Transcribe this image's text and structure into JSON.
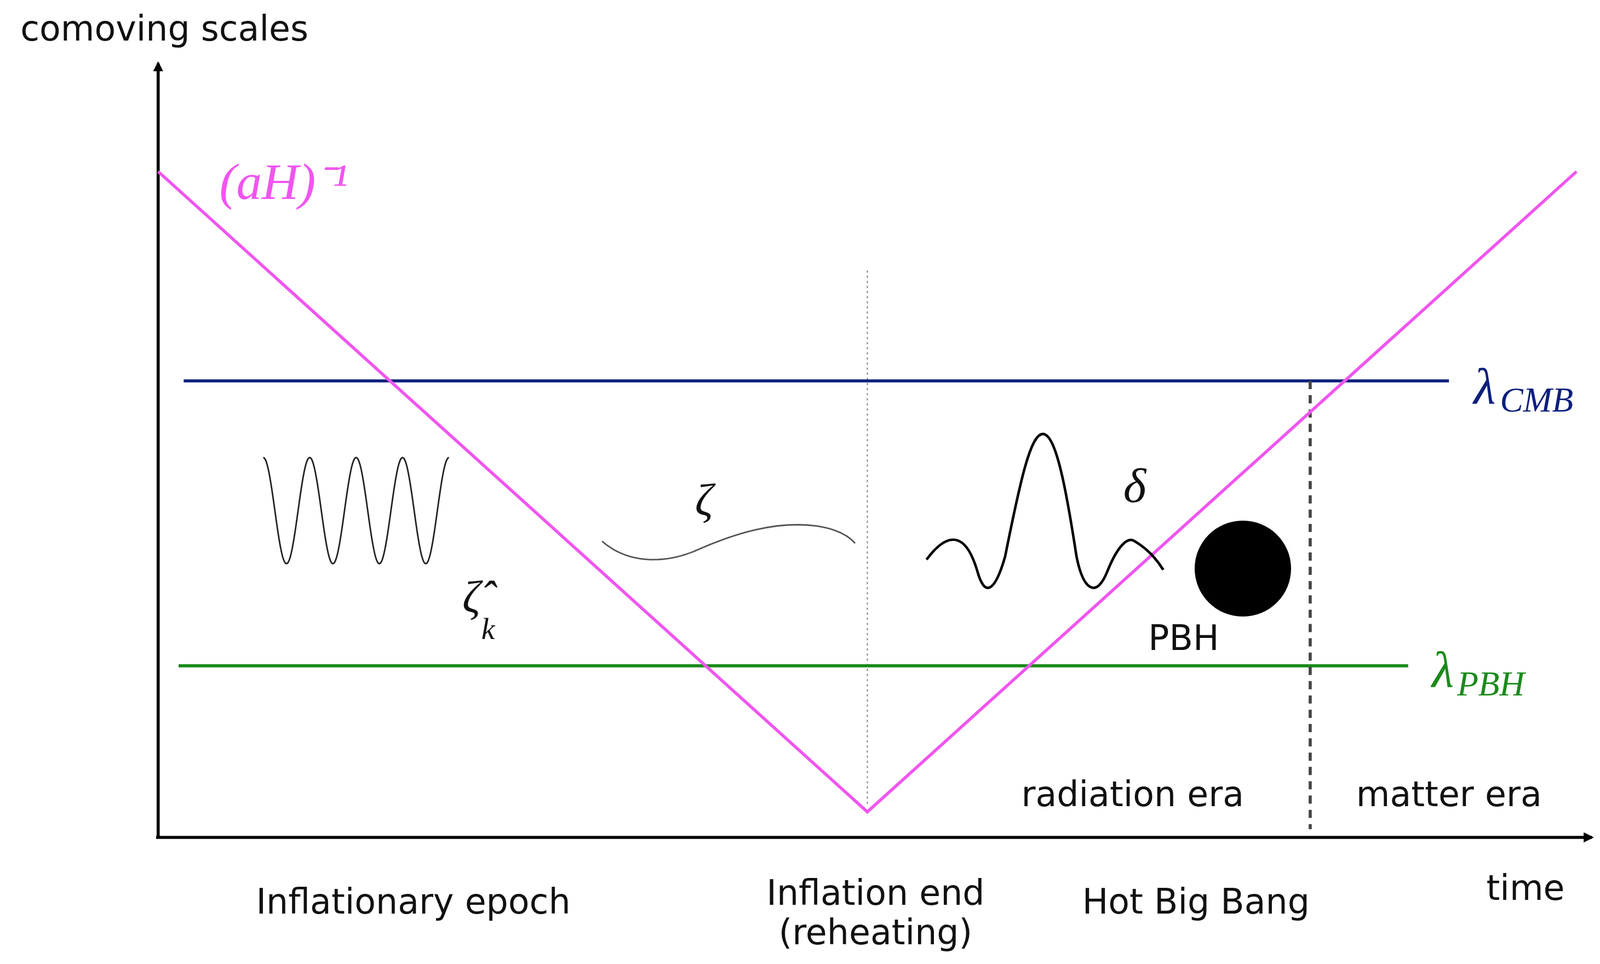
{
  "diagram": {
    "nodes": [
      {
        "text": [
          "PBH"
        ]
      }
    ],
    "labels": [
      "comoving scales",
      "(aH)⁻¹",
      "ζ̂",
      "k⃗",
      "ζ",
      "δ",
      "λ",
      "CMB",
      "λ",
      "PBH",
      "radiation era",
      "matter era",
      "Inflationary epoch",
      "Inflation end (reheating)",
      "Hot Big Bang",
      "time"
    ]
  }
}
